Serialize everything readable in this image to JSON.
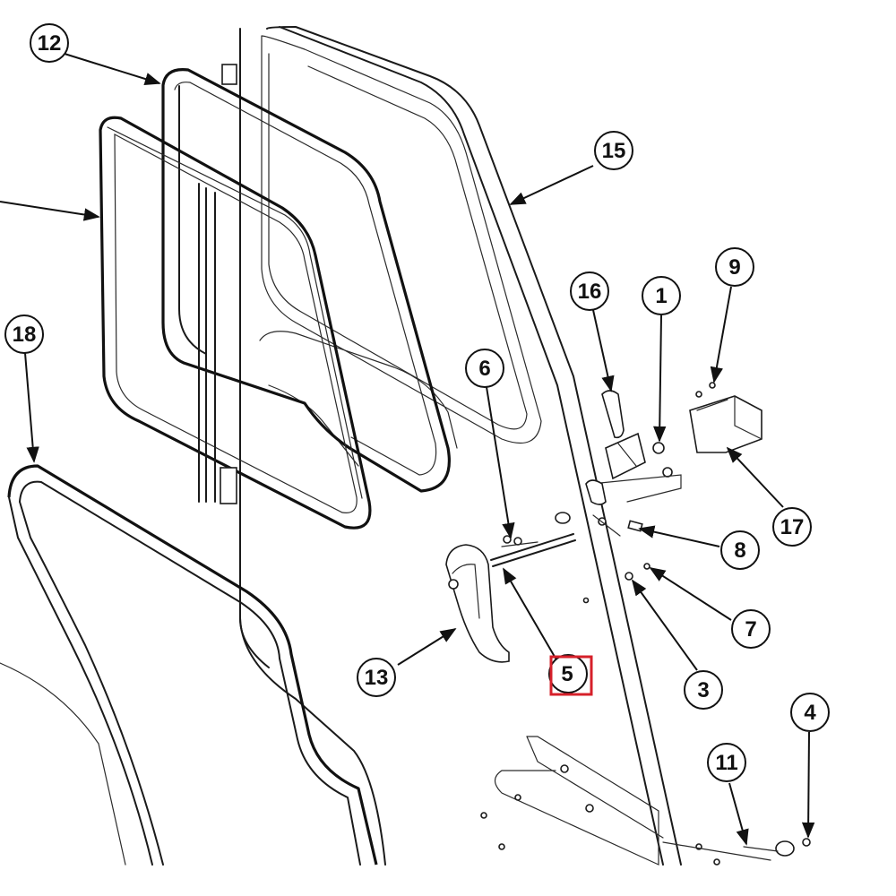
{
  "colors": {
    "line": "#111111",
    "highlight": "#d6202a",
    "background": "#ffffff"
  },
  "callouts": [
    {
      "id": "c12",
      "label": "12"
    },
    {
      "id": "c15",
      "label": "15"
    },
    {
      "id": "c9",
      "label": "9"
    },
    {
      "id": "c16",
      "label": "16"
    },
    {
      "id": "c1",
      "label": "1"
    },
    {
      "id": "c18",
      "label": "18"
    },
    {
      "id": "c6",
      "label": "6"
    },
    {
      "id": "c17",
      "label": "17"
    },
    {
      "id": "c8",
      "label": "8"
    },
    {
      "id": "c7",
      "label": "7"
    },
    {
      "id": "c13",
      "label": "13"
    },
    {
      "id": "c5",
      "label": "5",
      "highlighted": true
    },
    {
      "id": "c3",
      "label": "3"
    },
    {
      "id": "c4",
      "label": "4"
    },
    {
      "id": "c11",
      "label": "11"
    }
  ]
}
